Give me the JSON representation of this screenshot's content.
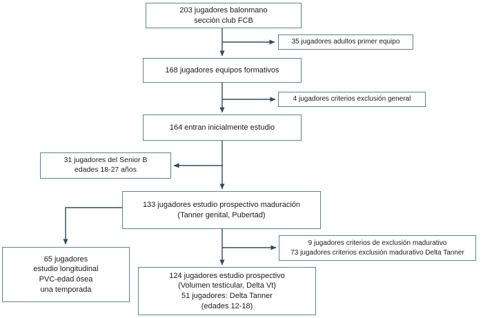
{
  "flowchart": {
    "main_path": [
      {
        "label": "203 jugadores balonmano\nsección club FCB"
      },
      {
        "label": "168 jugadores equipos formativos"
      },
      {
        "label": "164 entran inicialmente estudio"
      },
      {
        "label": "133 jugadores estudio prospectivo maduración\n(Tanner genital, Pubertad)"
      },
      {
        "label": "124 jugadores estudio prospectivo\n(Volumen testicular, Delta Vt)\n51 jugadores: Delta Tanner\n(edades 12-18)"
      }
    ],
    "branches": [
      {
        "side": "right",
        "label": "35 jugadores adultos primer equipo"
      },
      {
        "side": "right",
        "label": "4 jugadores criterios exclusión general"
      },
      {
        "side": "left",
        "label": "31 jugadores del Senior B\nedades 18-27 años"
      },
      {
        "side": "right",
        "label": "9 jugadores criterios de exclusión madurativo\n73 jugadores criterios exclusión madurativo Delta Tanner"
      },
      {
        "side": "left",
        "label": "65 jugadores\nestudio longitudinal\nPVC-edad ósea\nuna temporada"
      }
    ]
  },
  "colors": {
    "connector": "#2e4a63",
    "box_border": "#5f7f9a",
    "text": "#1a1a1a",
    "background": "#ffffff"
  }
}
